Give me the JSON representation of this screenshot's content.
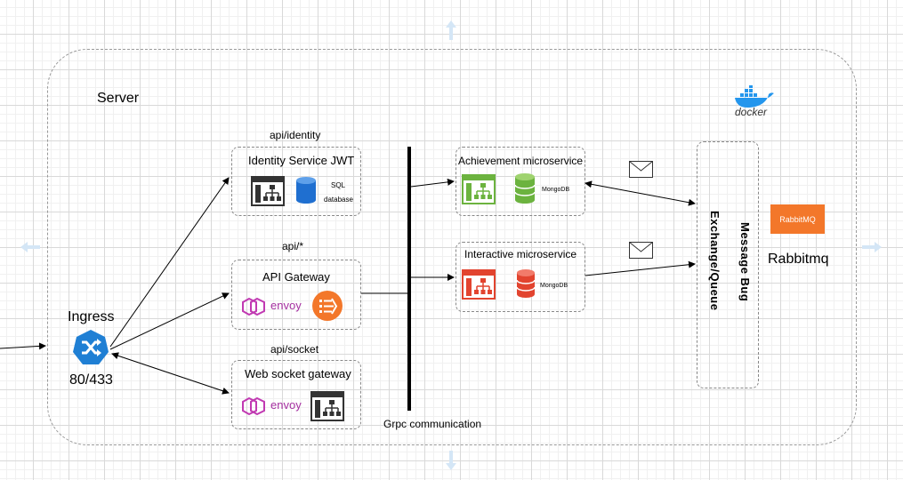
{
  "server": {
    "title": "Server"
  },
  "docker": {
    "label": "docker",
    "icon": "docker-whale-icon"
  },
  "ingress": {
    "title": "Ingress",
    "port": "80/433",
    "icon": "ingress-shuffle-icon"
  },
  "routes": {
    "identity": "api/identity",
    "all": "api/*",
    "socket": "api/socket"
  },
  "identity_service": {
    "title": "Identity Service JWT",
    "db_line1": "SQL",
    "db_line2": "database"
  },
  "api_gateway": {
    "title": "API Gateway",
    "envoy": "envoy"
  },
  "websocket_gateway": {
    "title": "Web socket gateway",
    "envoy": "envoy"
  },
  "grpc": {
    "label": "Grpc communication"
  },
  "achievement": {
    "title": "Achievement microservice",
    "db": "MongoDB"
  },
  "interactive": {
    "title": "Interactive microservice",
    "db": "MongoDB"
  },
  "queue": {
    "line1": "Message Bug",
    "line2": "Exchange/Queue"
  },
  "rabbitmq": {
    "badge": "RabbitMQ",
    "label": "Rabbitmq"
  },
  "colors": {
    "ingress_blue": "#1f7fd4",
    "green": "#6cb33f",
    "red": "#e2442f",
    "dark": "#333333",
    "db_blue": "#1f6fd0",
    "envoy_purple": "#c13ab2",
    "envoy_text": "#a530a0",
    "orange": "#f3772a",
    "docker_blue": "#2496ed"
  }
}
